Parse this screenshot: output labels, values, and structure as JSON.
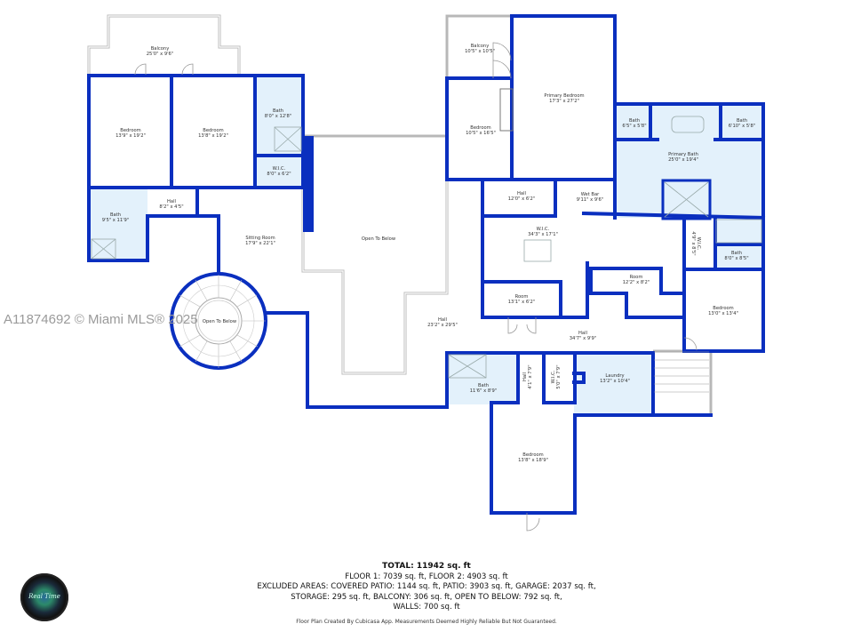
{
  "watermark": "A11874692 © Miami MLS® 2025",
  "rooms": {
    "balcony_left": {
      "name": "Balcony",
      "size": "25'0\" x 9'6\""
    },
    "bedroom_1": {
      "name": "Bedroom",
      "size": "13'9\" x 19'2\""
    },
    "bedroom_2": {
      "name": "Bedroom",
      "size": "13'8\" x 19'2\""
    },
    "bath_1": {
      "name": "Bath",
      "size": "8'0\" x 12'8\""
    },
    "wic_1": {
      "name": "W.I.C.",
      "size": "8'0\" x 6'2\""
    },
    "hall_1": {
      "name": "Hall",
      "size": "8'2\" x 4'5\""
    },
    "bath_2": {
      "name": "Bath",
      "size": "9'5\" x 11'9\""
    },
    "sitting_room": {
      "name": "Sitting Room",
      "size": "17'9\" x 22'1\""
    },
    "open_to_below_stair": {
      "name": "Open To Below",
      "size": ""
    },
    "open_to_below_main": {
      "name": "Open To Below",
      "size": ""
    },
    "balcony_right": {
      "name": "Balcony",
      "size": "10'5\" x 10'5\""
    },
    "bedroom_3": {
      "name": "Bedroom",
      "size": "10'5\" x 16'5\""
    },
    "primary_bedroom": {
      "name": "Primary Bedroom",
      "size": "17'3\" x 27'2\""
    },
    "bath_3": {
      "name": "Bath",
      "size": "6'5\" x 5'8\""
    },
    "bath_4": {
      "name": "Bath",
      "size": "6'10\" x 5'8\""
    },
    "primary_bath": {
      "name": "Primary Bath",
      "size": "25'0\" x 19'4\""
    },
    "hall_2": {
      "name": "Hall",
      "size": "12'0\" x 6'2\""
    },
    "wet_bar": {
      "name": "Wet Bar",
      "size": "9'11\" x 9'6\""
    },
    "wic_2": {
      "name": "W.I.C.",
      "size": "34'3\" x 17'1\""
    },
    "wic_3": {
      "name": "W.I.C.",
      "size": "4'9\" x 8'5\""
    },
    "bath_5": {
      "name": "Bath",
      "size": "8'0\" x 8'5\""
    },
    "room_1": {
      "name": "Room",
      "size": "12'2\" x 8'2\""
    },
    "room_2": {
      "name": "Room",
      "size": "13'1\" x 6'2\""
    },
    "bedroom_4": {
      "name": "Bedroom",
      "size": "13'0\" x 13'4\""
    },
    "hall_3": {
      "name": "Hall",
      "size": "23'2\" x 29'5\""
    },
    "hall_4": {
      "name": "Hall",
      "size": "34'7\" x 9'9\""
    },
    "bath_6": {
      "name": "Bath",
      "size": "11'6\" x 8'9\""
    },
    "hall_5": {
      "name": "Hall",
      "size": "4'1\" x 7'9\""
    },
    "wic_4": {
      "name": "W.I.C.",
      "size": "5'0\" x 7'9\""
    },
    "laundry": {
      "name": "Laundry",
      "size": "13'2\" x 10'4\""
    },
    "bedroom_5": {
      "name": "Bedroom",
      "size": "13'8\" x 18'9\""
    }
  },
  "summary": {
    "total": "TOTAL: 11942 sq. ft",
    "floors": "FLOOR 1: 7039 sq. ft, FLOOR 2: 4903 sq. ft",
    "excluded_1": "EXCLUDED AREAS: COVERED PATIO: 1144 sq. ft, PATIO: 3903 sq. ft, GARAGE: 2037 sq. ft,",
    "excluded_2": "STORAGE: 295 sq. ft, BALCONY: 306 sq. ft, OPEN TO BELOW: 792 sq. ft,",
    "walls": "WALLS: 700 sq. ft",
    "disclaimer": "Floor Plan Created By Cubicasa App. Measurements Deemed Highly Reliable But Not Guaranteed."
  },
  "logo": {
    "text": "Real Time"
  },
  "colors": {
    "wall": "#0a2fbf",
    "bath_fill": "#e3f1fb",
    "exterior_wall": "#b8b8b8"
  }
}
